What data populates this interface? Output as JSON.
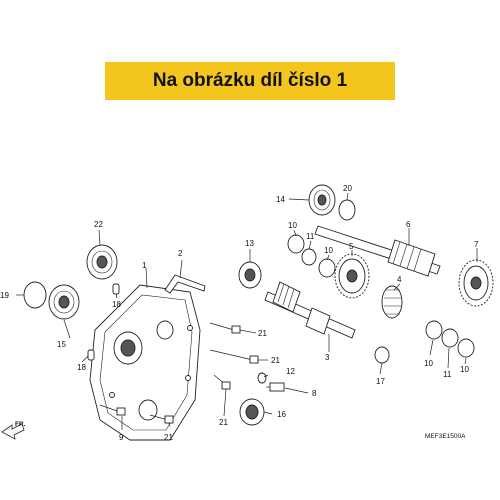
{
  "banner": {
    "text": "Na obrázku díl číslo 1",
    "bg_color": "#f4c51c"
  },
  "diagram_code": "MEF3E1500A",
  "front_indicator": "FR.",
  "callouts": {
    "c1": "1",
    "c2": "2",
    "c3": "3",
    "c4": "4",
    "c5": "5",
    "c6": "6",
    "c7": "7",
    "c8": "8",
    "c9": "9",
    "c10a": "10",
    "c10b": "10",
    "c10c": "10",
    "c10d": "10",
    "c11a": "11",
    "c11b": "11",
    "c12": "12",
    "c13": "13",
    "c14": "14",
    "c15": "15",
    "c16": "16",
    "c17": "17",
    "c18a": "18",
    "c18b": "18",
    "c19": "19",
    "c20": "20",
    "c21a": "21",
    "c21b": "21",
    "c21c": "21",
    "c21d": "21",
    "c22": "22"
  }
}
